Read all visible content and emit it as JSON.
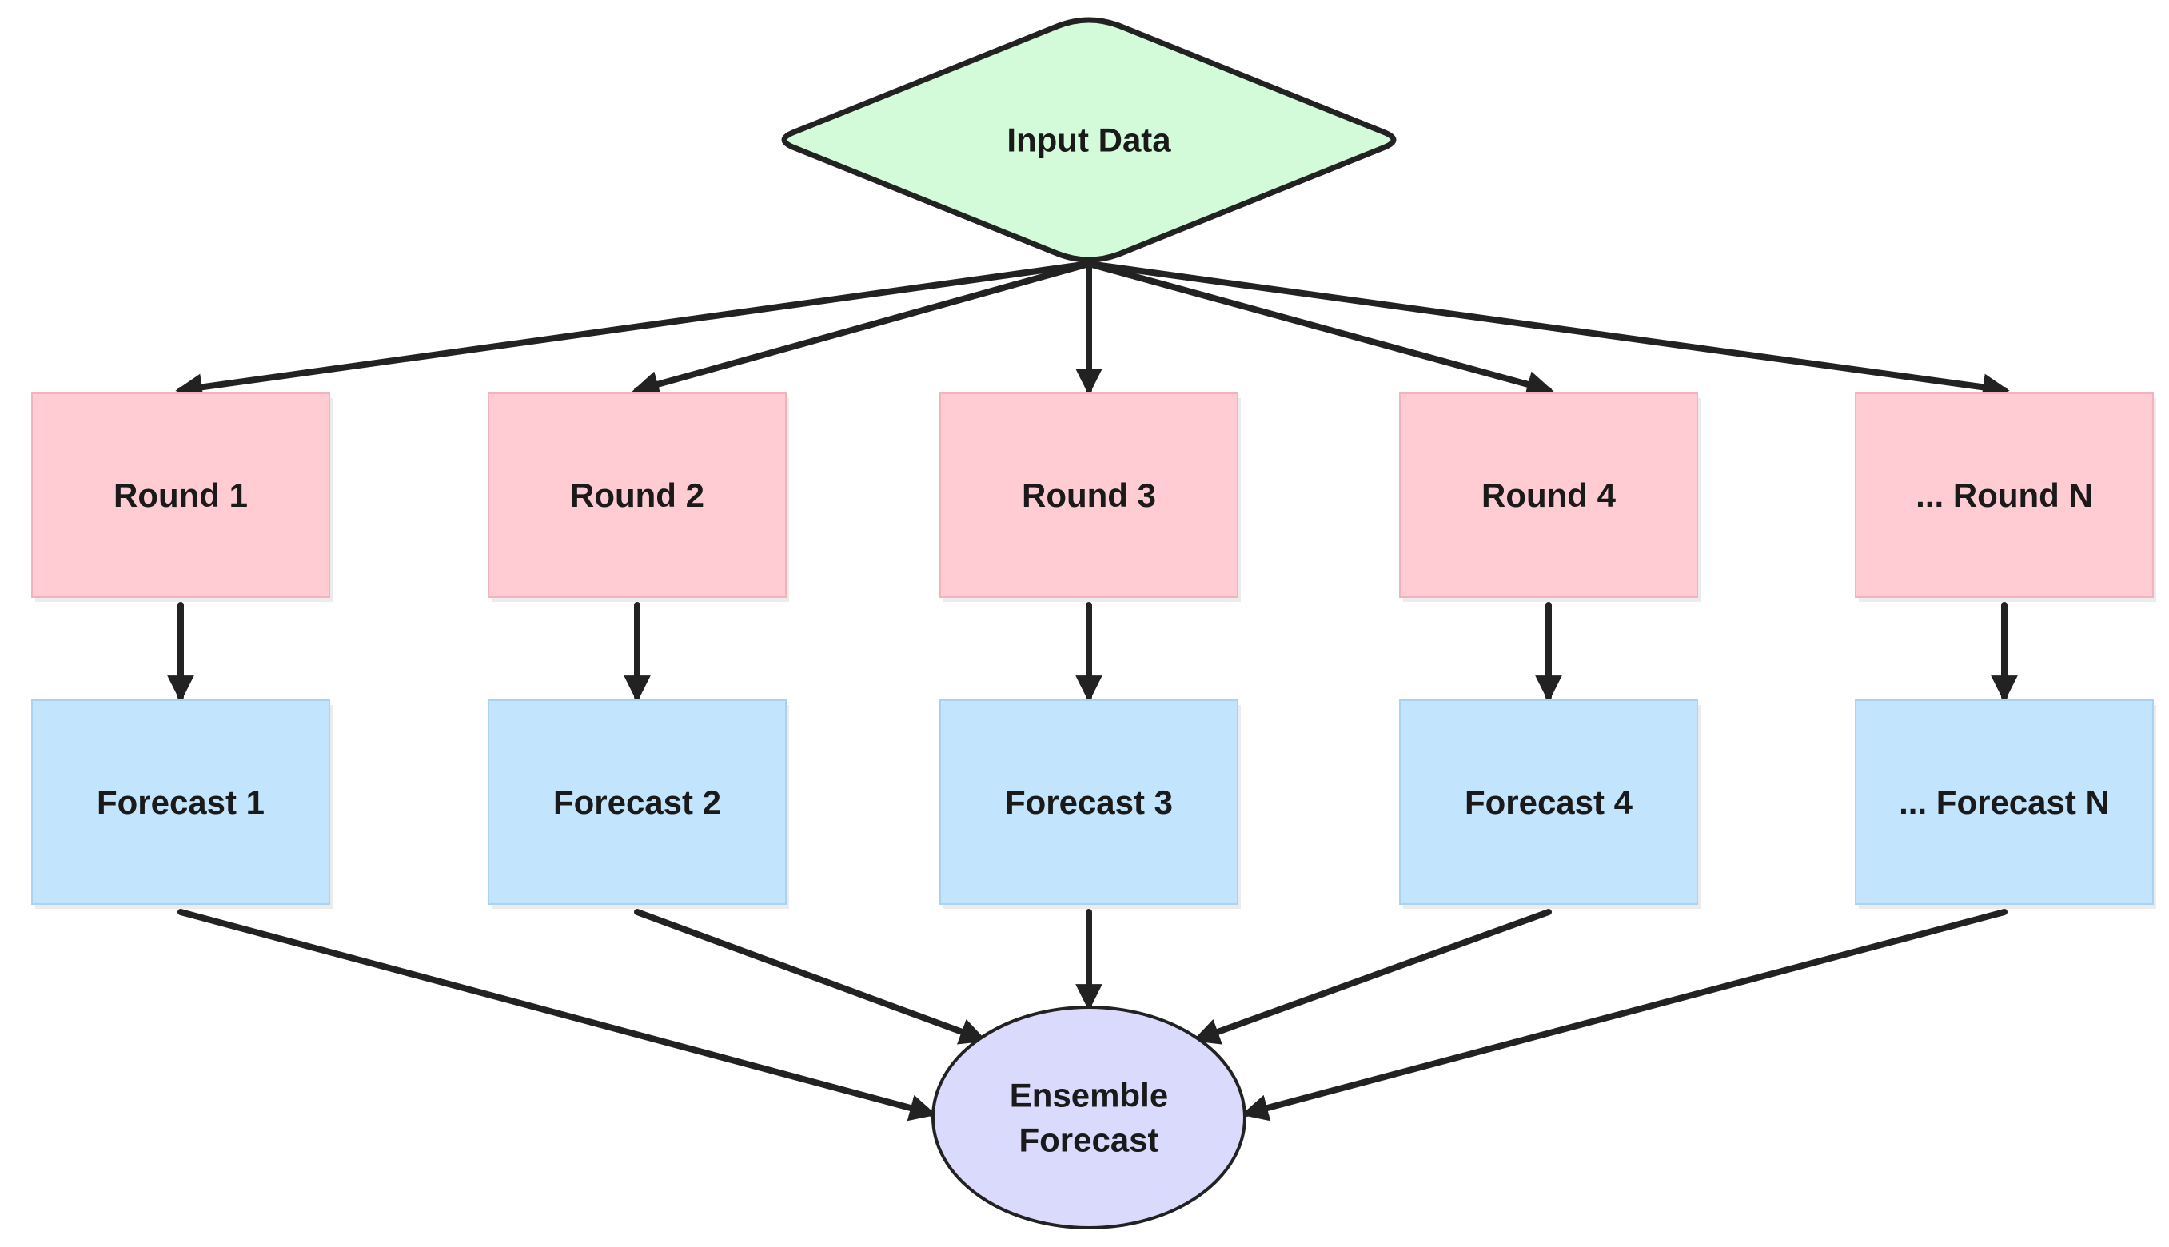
{
  "diagram": {
    "input": {
      "label": "Input Data",
      "fill": "#d3fbd9",
      "stroke": "#222222"
    },
    "rounds": [
      {
        "label": "Round 1"
      },
      {
        "label": "Round 2"
      },
      {
        "label": "Round 3"
      },
      {
        "label": "Round 4"
      },
      {
        "label": "... Round N"
      }
    ],
    "forecasts": [
      {
        "label": "Forecast 1"
      },
      {
        "label": "Forecast 2"
      },
      {
        "label": "Forecast 3"
      },
      {
        "label": "Forecast 4"
      },
      {
        "label": "... Forecast N"
      }
    ],
    "ensemble": {
      "label_lines": [
        "Ensemble",
        "Forecast"
      ],
      "fill": "#d9dafc",
      "stroke": "#222222"
    },
    "colors": {
      "round_fill": "#ffccd3",
      "round_border": "#f3b3bc",
      "forecast_fill": "#c2e4fc",
      "forecast_border": "#a9d3f2",
      "edge": "#222222"
    }
  }
}
